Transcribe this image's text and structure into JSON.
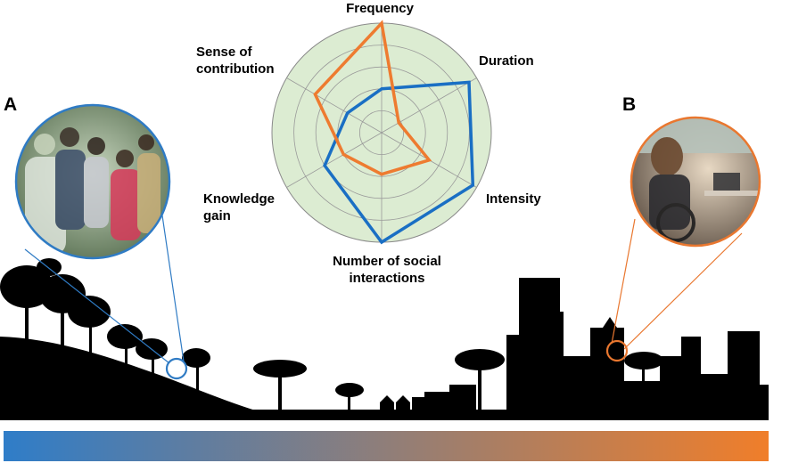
{
  "panels": [
    {
      "letter": "A",
      "photo": "group-of-people-outdoors-photo",
      "ring_color": "#2f7bc4"
    },
    {
      "letter": "B",
      "photo": "person-in-wheelchair-at-laptop-photo",
      "ring_color": "#e9772f"
    }
  ],
  "chart_data": {
    "type": "radar",
    "axes": [
      "Frequency",
      "Duration",
      "Intensity",
      "Number of social interactions",
      "Knowledge gain",
      "Sense of contribution"
    ],
    "axis_label_lines": [
      [
        "Frequency"
      ],
      [
        "Duration"
      ],
      [
        "Intensity"
      ],
      [
        "Number of social",
        "interactions"
      ],
      [
        "Knowledge",
        "gain"
      ],
      [
        "Sense of",
        "contribution"
      ]
    ],
    "range": [
      0,
      5
    ],
    "rings": 5,
    "background_color": "#dcecd2",
    "series": [
      {
        "color": "#1a6fc4",
        "values": [
          2.0,
          4.6,
          4.8,
          5.0,
          3.0,
          1.8
        ]
      },
      {
        "color": "#ee7b30",
        "values": [
          5.0,
          0.9,
          2.5,
          1.9,
          2.0,
          3.5
        ]
      }
    ]
  },
  "gradient_bar": {
    "start_color": "#2f7dc8",
    "end_color": "#f07e2a"
  }
}
